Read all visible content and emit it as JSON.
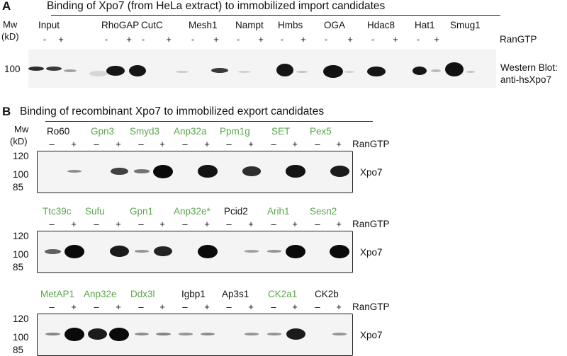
{
  "panelA": {
    "letter": "A",
    "title": "Binding of Xpo7 (from HeLa extract) to immobilized import candidates",
    "mw_label_1": "Mw",
    "mw_label_2": "(kD)",
    "mw_marker": "100",
    "condition": "RanGTP",
    "lanes": [
      "Input",
      "RhoGAP",
      "CutC",
      "Mesh1",
      "Nampt",
      "Hmbs",
      "OGA",
      "Hdac8",
      "Hat1",
      "Smug1"
    ],
    "signs": [
      "-",
      "+",
      "-",
      "+",
      "-",
      "+",
      "-",
      "+",
      "-",
      "+",
      "-",
      "+",
      "-",
      "+",
      "-",
      "+",
      "-",
      "+"
    ],
    "detection_1": "Western Blot:",
    "detection_2": "anti-hsXpo7",
    "colors": {
      "text": "#111111"
    }
  },
  "panelB": {
    "letter": "B",
    "title": "Binding of recombinant Xpo7 to immobilized export candidates",
    "mw_label_1": "Mw",
    "mw_label_2": "(kD)",
    "markers": [
      "120",
      "100",
      "85"
    ],
    "condition": "RanGTP",
    "protein": "Xpo7",
    "minus": "–",
    "plus": "+",
    "rows": [
      {
        "labels": [
          {
            "text": "Ro60",
            "color": "#111111"
          },
          {
            "text": "Gpn3",
            "color": "#5aa64a"
          },
          {
            "text": "Smyd3",
            "color": "#5aa64a"
          },
          {
            "text": "Anp32a",
            "color": "#5aa64a"
          },
          {
            "text": "Ppm1g",
            "color": "#5aa64a"
          },
          {
            "text": "SET",
            "color": "#5aa64a"
          },
          {
            "text": "Pex5",
            "color": "#5aa64a"
          }
        ]
      },
      {
        "labels": [
          {
            "text": "Ttc39c",
            "color": "#5aa64a"
          },
          {
            "text": "Sufu",
            "color": "#5aa64a"
          },
          {
            "text": "Gpn1",
            "color": "#5aa64a"
          },
          {
            "text": "Anp32e*",
            "color": "#5aa64a"
          },
          {
            "text": "Pcid2",
            "color": "#111111"
          },
          {
            "text": "Arih1",
            "color": "#5aa64a"
          },
          {
            "text": "Sesn2",
            "color": "#5aa64a"
          }
        ]
      },
      {
        "labels": [
          {
            "text": "MetAP1",
            "color": "#5aa64a"
          },
          {
            "text": "Anp32e",
            "color": "#5aa64a"
          },
          {
            "text": "Ddx3l",
            "color": "#5aa64a"
          },
          {
            "text": "Igbp1",
            "color": "#111111"
          },
          {
            "text": "Ap3s1",
            "color": "#111111"
          },
          {
            "text": "CK2a1",
            "color": "#5aa64a"
          },
          {
            "text": "CK2b",
            "color": "#111111"
          }
        ]
      }
    ],
    "green_meaning_color": "#5aa64a"
  }
}
